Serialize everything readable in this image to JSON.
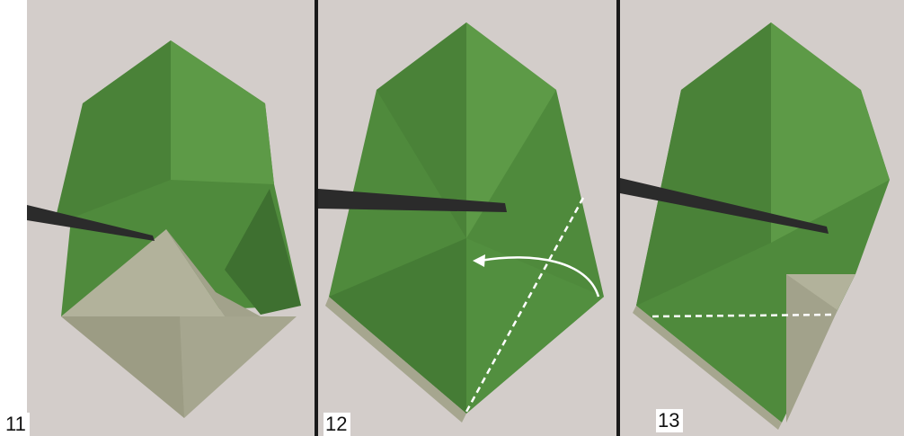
{
  "steps": [
    {
      "label": "11"
    },
    {
      "label": "12"
    },
    {
      "label": "13"
    }
  ],
  "colors": {
    "background": "#d3cdca",
    "paper_green": "#4f8a3c",
    "paper_green_light": "#6aa552",
    "paper_green_dark": "#3a6b2c",
    "paper_back": "#a6a68f",
    "stick": "#2b2b2b",
    "guide": "#ffffff",
    "divider": "#1a1a1a"
  }
}
